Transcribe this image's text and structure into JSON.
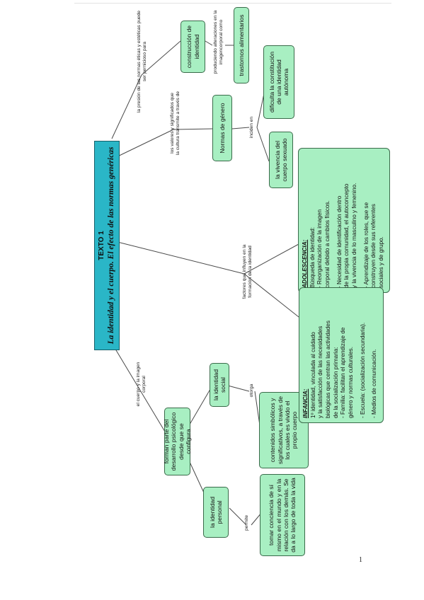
{
  "title": {
    "label": "TEXTO 1",
    "subtitle": "La identidad y el cuerpo. El efecto de las normas genéricas"
  },
  "nodes": {
    "construccion": "construcción de identidad",
    "trastornos": "trastornos alimentarios",
    "dificulta": "dificulta la constitución de una identidad autónoma",
    "normas": "Normas de género",
    "vivencia": "la vivencia del cuerpo sexuado",
    "identidad_social": "la identidad social",
    "forman_parte": "forman parte del desarrollo psicológico desde que se configura",
    "contenidos": "contenidos simbólicos y significativos, a través de los cuales es vivido el propio cuerpo",
    "identidad_personal": "la identidad personal",
    "tomar_conciencia": "tomar conciencia de sí mismo en el mundo y en la relación con los demás. Se da a lo largo de toda la vida"
  },
  "links": {
    "presion": "la presión de las normas éticas y estéticas puede ser pernicioso para",
    "produciendo": "produciendo alteraciones en la imagencorporal como",
    "valores": "los valores y significados que la cultura transmite a través de",
    "inciden": "inciden en",
    "factores": "factores que influyen en la formación de la identidad",
    "cuerpo_imagen": "el cuerpo y la imagen corporal",
    "otorga": "otorga",
    "permite": "permite"
  },
  "adolescencia": {
    "heading": "ADOLESCENCIA:",
    "lines": [
      "Búsqueda de identidad:",
      "- Reorganización de la imagen",
      "corporal debido a cambios físicos.",
      "",
      "- Necesidad de identificación dentro",
      "de la propia comunidad, el autoconcepto",
      "y la vivencia de lo masculino y femenino.",
      "",
      "- Aprendizaje de los roles, que se",
      "construyen desde sus referentes",
      "sociales y de grupo."
    ]
  },
  "infancia": {
    "heading": "INFANCIA:",
    "lines": [
      "1º identidad, vinculada al cuidado",
      "y la satisfacción de las necesidades",
      "biológicas que centran las actividades",
      "de la socialización primaria:",
      "- Familia: facilitan el aprendizaje de",
      "género y normas culturales.",
      "",
      "- Escuela: (socialización secundaria).",
      "",
      "- Medios de comunicación."
    ]
  },
  "page_number": "1"
}
